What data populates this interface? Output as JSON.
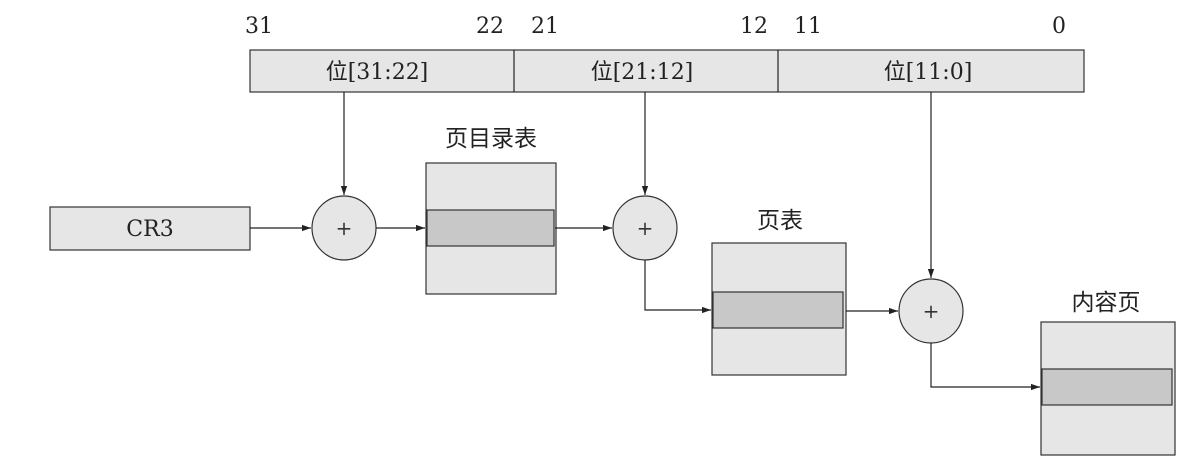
{
  "bit_numbers": {
    "b31": "31",
    "b22": "22",
    "b21": "21",
    "b12": "12",
    "b11": "11",
    "b0": "0"
  },
  "address_fields": {
    "directory": "位[31:22]",
    "table": "位[21:12]",
    "offset": "位[11:0]"
  },
  "cr3_label": "CR3",
  "adder_symbol": "+",
  "page_directory": {
    "title": "页目录表"
  },
  "page_table": {
    "title": "页表"
  },
  "content_page": {
    "title": "内容页"
  }
}
